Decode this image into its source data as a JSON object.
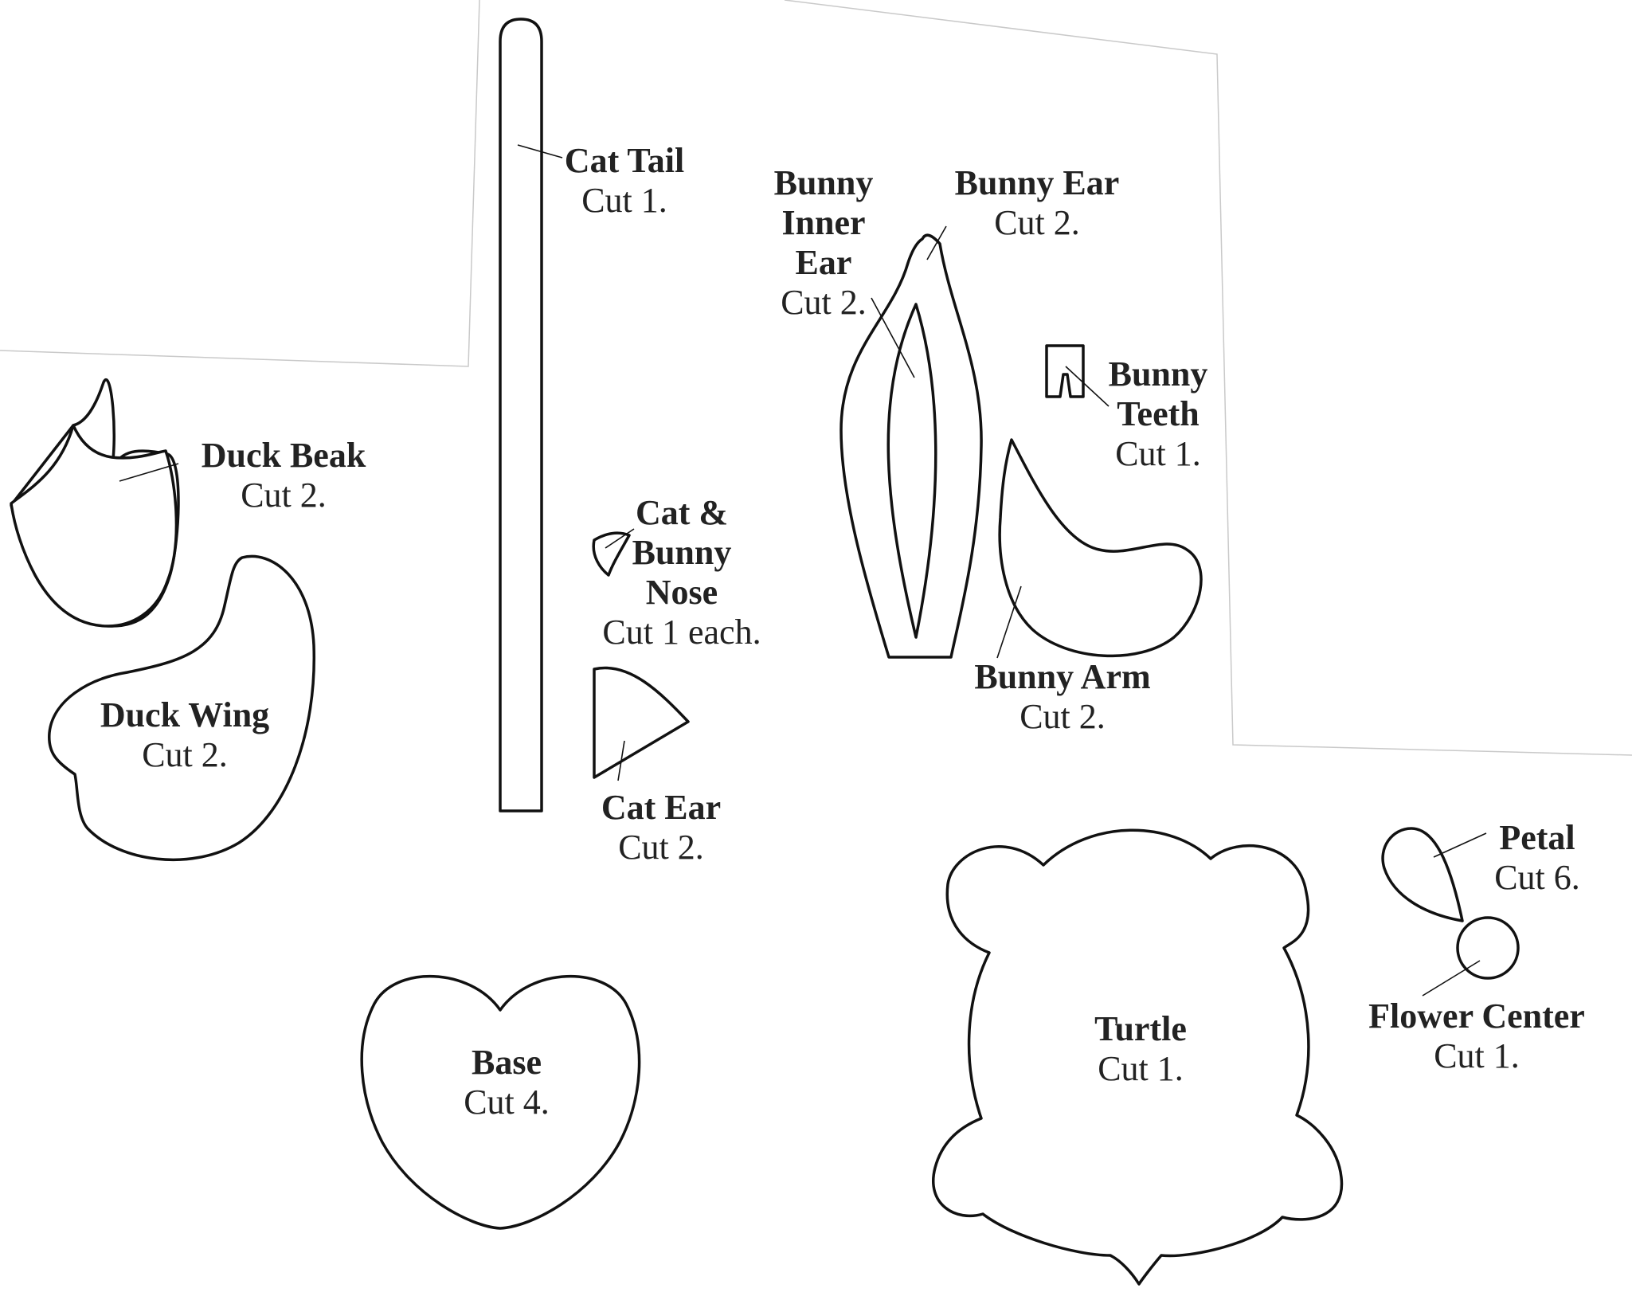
{
  "colors": {
    "outline": "#111111",
    "text": "#222222",
    "paper": "#ffffff",
    "scan_edge": "#c9c9c9"
  },
  "pieces": {
    "cat_tail": {
      "title": "Cat Tail",
      "cut": "Cut 1."
    },
    "bunny_inner_ear": {
      "title_lines": [
        "Bunny",
        "Inner",
        "Ear"
      ],
      "cut": "Cut 2."
    },
    "bunny_ear": {
      "title": "Bunny Ear",
      "cut": "Cut 2."
    },
    "bunny_teeth": {
      "title_lines": [
        "Bunny",
        "Teeth"
      ],
      "cut": "Cut 1."
    },
    "duck_beak": {
      "title": "Duck Beak",
      "cut": "Cut 2."
    },
    "nose": {
      "title_lines": [
        "Cat &",
        "Bunny",
        "Nose"
      ],
      "cut": "Cut 1 each."
    },
    "duck_wing": {
      "title": "Duck Wing",
      "cut": "Cut 2."
    },
    "bunny_arm": {
      "title": "Bunny Arm",
      "cut": "Cut 2."
    },
    "cat_ear": {
      "title": "Cat Ear",
      "cut": "Cut 2."
    },
    "petal": {
      "title": "Petal",
      "cut": "Cut 6."
    },
    "base": {
      "title": "Base",
      "cut": "Cut 4."
    },
    "turtle": {
      "title": "Turtle",
      "cut": "Cut 1."
    },
    "flower_center": {
      "title": "Flower Center",
      "cut": "Cut 1."
    }
  }
}
